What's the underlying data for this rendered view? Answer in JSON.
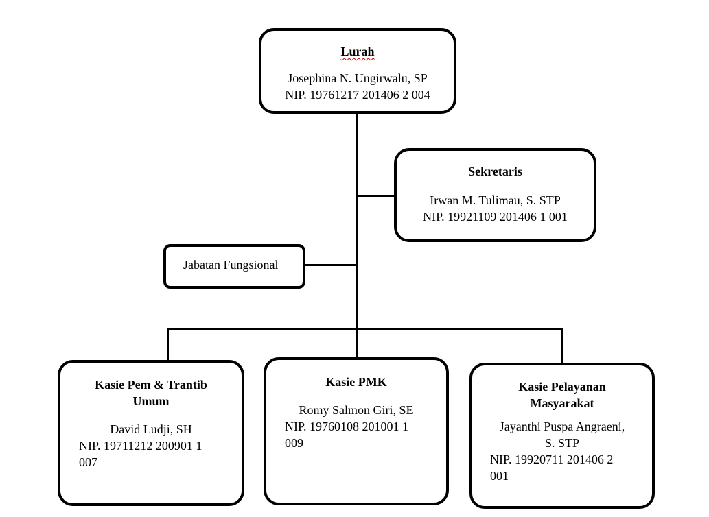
{
  "lurah": {
    "title": "Lurah",
    "name": "Josephina N. Ungirwalu, SP",
    "nip": "NIP. 19761217 201406 2 004"
  },
  "sekretaris": {
    "title": "Sekretaris",
    "name": "Irwan M. Tulimau, S. STP",
    "nip": "NIP. 19921109 201406 1 001"
  },
  "jabatan": {
    "label": "Jabatan Fungsional"
  },
  "kasie_pem": {
    "title_line1": "Kasie Pem & Trantib",
    "title_line2": "Umum",
    "name": "David Ludji, SH",
    "nip_line1": "NIP. 19711212 200901 1",
    "nip_line2": "007"
  },
  "kasie_pmk": {
    "title": "Kasie PMK",
    "name": "Romy Salmon Giri, SE",
    "nip_line1": "NIP. 19760108 201001 1",
    "nip_line2": "009"
  },
  "kasie_pelayanan": {
    "title_line1": "Kasie Pelayanan",
    "title_line2": "Masyarakat",
    "name_line1": "Jayanthi Puspa Angraeni,",
    "name_line2": "S. STP",
    "nip_line1": "NIP. 19920711 201406 2",
    "nip_line2": "001"
  }
}
